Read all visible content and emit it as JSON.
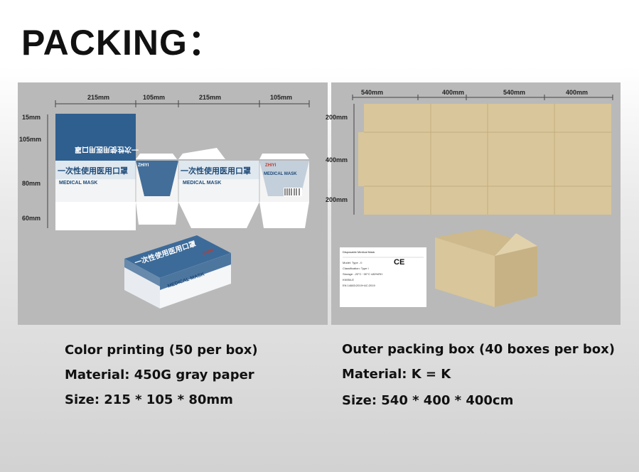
{
  "title": "PACKING：",
  "color_box": {
    "dims_top": [
      "215mm",
      "105mm",
      "215mm",
      "105mm"
    ],
    "dims_left": [
      "15mm",
      "105mm",
      "80mm",
      "60mm"
    ],
    "print_cn": "一次性使用医用口罩",
    "print_en": "MEDICAL MASK",
    "brand": "ZHIYI",
    "captions": [
      "Color printing (50 per box)",
      "Material: 450G gray paper",
      "Size: 215 * 105 * 80mm"
    ]
  },
  "outer_box": {
    "dims_top": [
      "540mm",
      "400mm",
      "540mm",
      "400mm"
    ],
    "dims_left": [
      "200mm",
      "400mm",
      "200mm"
    ],
    "label": {
      "title": "Disposable Medical Mask",
      "ce": "CE",
      "lines": [
        "Model: Type - II",
        "Classification: Type I",
        "Storage: -20°C ~30°C   ≤80%RH",
        "KN95/LE",
        "EN 14683:2019+AC:2019"
      ]
    },
    "captions": [
      "Outer packing box (40 boxes per box)",
      "Material: K = K",
      "Size: 540 * 400 * 400cm"
    ]
  },
  "colors": {
    "panel": "#b9b9b9",
    "kraft": "#d9c69a",
    "print_blue": "#2f5f8f"
  }
}
